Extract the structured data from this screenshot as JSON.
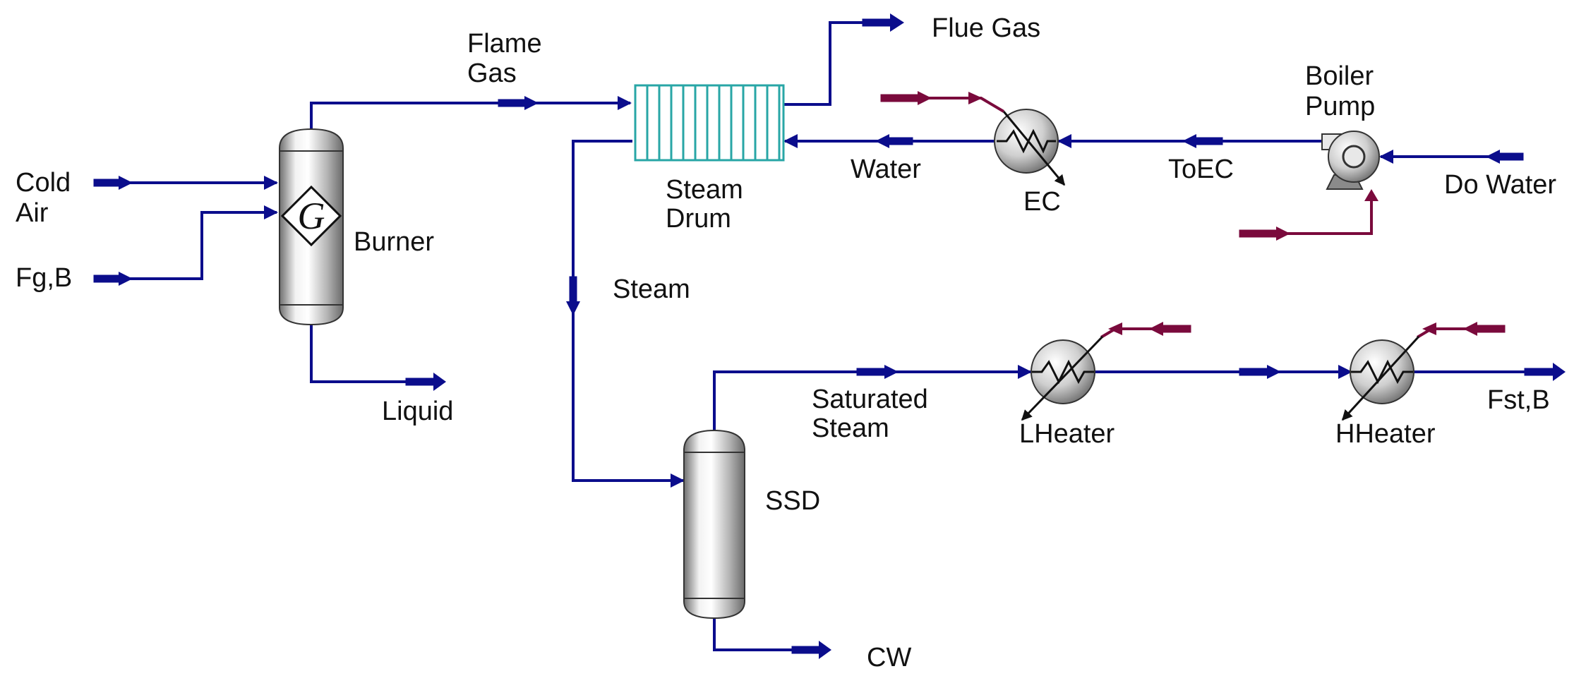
{
  "colors": {
    "process_stream": "#0b0d8c",
    "utility_stream": "#7a0a3c",
    "drum_outline": "#28a6a6",
    "vessel_light": "#f5f5f5",
    "vessel_dark": "#7a7a7a",
    "text": "#111111"
  },
  "labels": {
    "cold_air": [
      "Cold",
      "Air"
    ],
    "fg_b": "Fg,B",
    "burner": "Burner",
    "liquid": "Liquid",
    "flame_gas": [
      "Flame",
      "Gas"
    ],
    "steam_drum": [
      "Steam",
      "Drum"
    ],
    "flue_gas": "Flue Gas",
    "water": "Water",
    "ec": "EC",
    "to_ec": "ToEC",
    "boiler_pump": [
      "Boiler",
      "Pump"
    ],
    "do_water": "Do Water",
    "steam": "Steam",
    "ssd": "SSD",
    "cw": "CW",
    "saturated_steam": [
      "Saturated",
      "Steam"
    ],
    "lheater": "LHeater",
    "hheater": "HHeater",
    "fst_b": "Fst,B"
  },
  "icons": {
    "burner_symbol": "G"
  }
}
